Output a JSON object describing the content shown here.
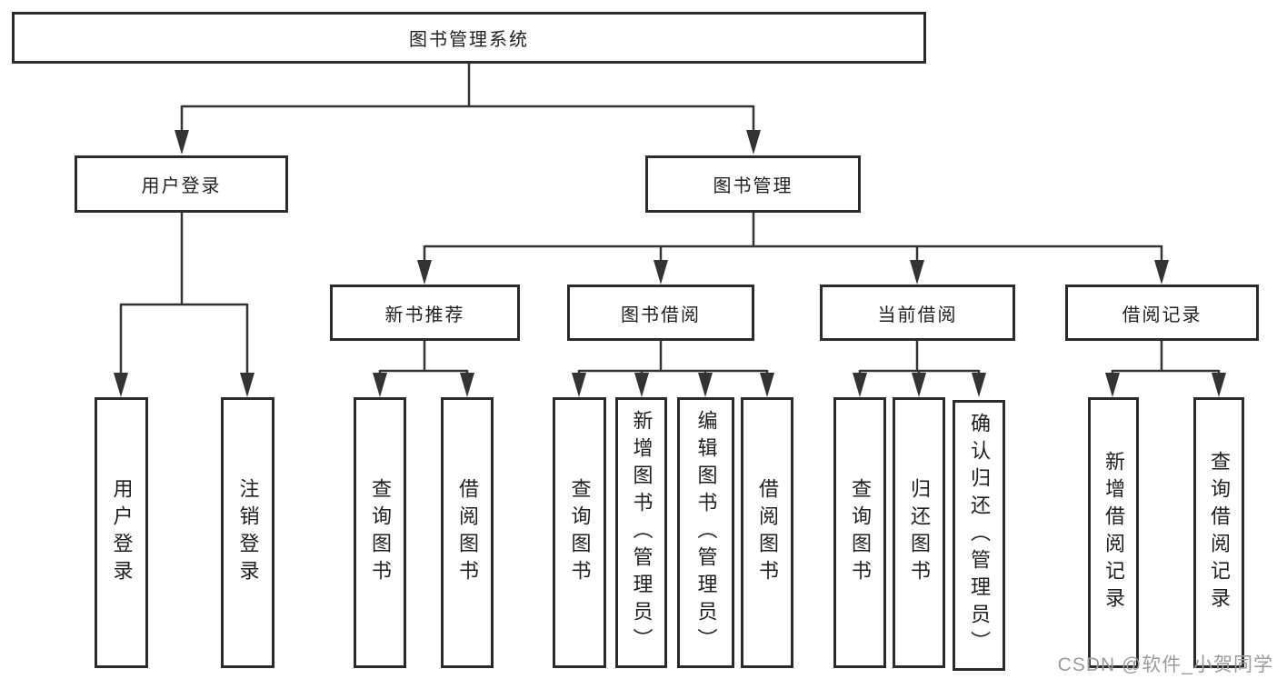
{
  "tree": {
    "root": "图书管理系统",
    "login": {
      "label": "用户登录",
      "leaves": [
        "用户登录",
        "注销登录"
      ]
    },
    "mgmt": {
      "label": "图书管理"
    },
    "recommend": {
      "label": "新书推荐",
      "leaves": [
        "查询图书",
        "借阅图书"
      ]
    },
    "borrow": {
      "label": "图书借阅",
      "leaves": [
        "查询图书",
        "新增图书（管理员）",
        "编辑图书（管理员）",
        "借阅图书"
      ]
    },
    "current": {
      "label": "当前借阅",
      "leaves": [
        "查询图书",
        "归还图书",
        "确认归还（管理员）"
      ]
    },
    "records": {
      "label": "借阅记录",
      "leaves": [
        "新增借阅记录",
        "查询借阅记录"
      ]
    }
  },
  "watermark": "CSDN @软件_小贺同学",
  "colors": {
    "line": "#333333",
    "border": "#2b2b2b",
    "text": "#1f1f1f",
    "watermark": "#9b9b9b",
    "background": "#ffffff"
  }
}
